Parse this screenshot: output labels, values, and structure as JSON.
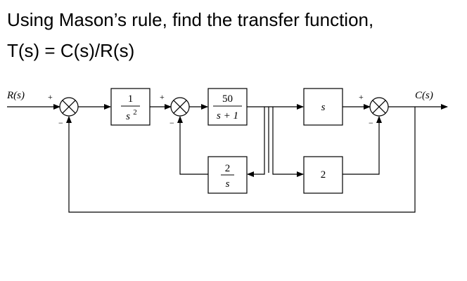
{
  "question": {
    "line1": "Using Mason’s rule, find the transfer function,",
    "line2": "T(s) = C(s)/R(s)"
  },
  "diagram": {
    "input": "R(s)",
    "output": "C(s)",
    "block1": {
      "num": "1",
      "den_base": "s",
      "den_exp": "2"
    },
    "block2": {
      "num": "50",
      "den": "s + 1"
    },
    "block3": {
      "text": "s"
    },
    "block4": {
      "text": "2"
    },
    "block5": {
      "num": "2",
      "den": "s"
    },
    "signs": {
      "sum1_plus": "+",
      "sum1_minus": "−",
      "sum2_plus": "+",
      "sum2_minus": "−",
      "sum3_plus": "+",
      "sum3_minus": "−"
    }
  }
}
